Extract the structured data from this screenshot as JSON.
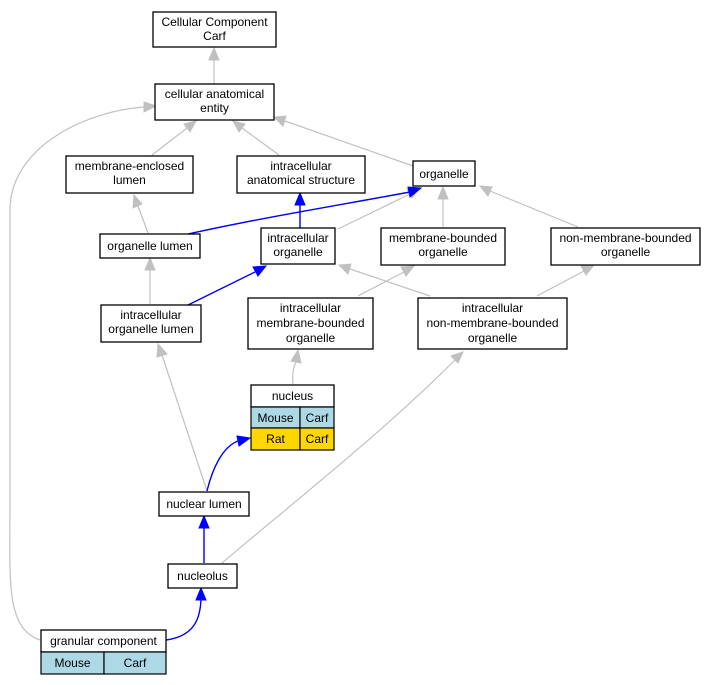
{
  "nodes": {
    "cellular_component": {
      "line1": "Cellular Component",
      "line2": "Carf"
    },
    "cellular_anatomical_entity": {
      "line1": "cellular anatomical",
      "line2": "entity"
    },
    "membrane_enclosed_lumen": {
      "line1": "membrane-enclosed",
      "line2": "lumen"
    },
    "intracellular_anatomical_structure": {
      "line1": "intracellular",
      "line2": "anatomical structure"
    },
    "organelle": {
      "line1": "organelle"
    },
    "organelle_lumen": {
      "line1": "organelle lumen"
    },
    "intracellular_organelle": {
      "line1": "intracellular",
      "line2": "organelle"
    },
    "membrane_bounded_organelle": {
      "line1": "membrane-bounded",
      "line2": "organelle"
    },
    "non_membrane_bounded_organelle": {
      "line1": "non-membrane-bounded",
      "line2": "organelle"
    },
    "intracellular_organelle_lumen": {
      "line1": "intracellular",
      "line2": "organelle lumen"
    },
    "intracellular_membrane_bounded_organelle": {
      "line1": "intracellular",
      "line2": "membrane-bounded",
      "line3": "organelle"
    },
    "intracellular_non_membrane_bounded_organelle": {
      "line1": "intracellular",
      "line2": "non-membrane-bounded",
      "line3": "organelle"
    },
    "nucleus": {
      "title": "nucleus",
      "row1": [
        "Mouse",
        "Carf"
      ],
      "row2": [
        "Rat",
        "Carf"
      ]
    },
    "nuclear_lumen": {
      "line1": "nuclear lumen"
    },
    "nucleolus": {
      "line1": "nucleolus"
    },
    "granular_component": {
      "title": "granular component",
      "row1": [
        "Mouse",
        "Carf"
      ]
    }
  },
  "colors": {
    "mouse_cell": "#add8e6",
    "rat_cell": "#ffd700",
    "highlight_edge": "#0000ff",
    "default_edge": "#c0c0c0"
  }
}
